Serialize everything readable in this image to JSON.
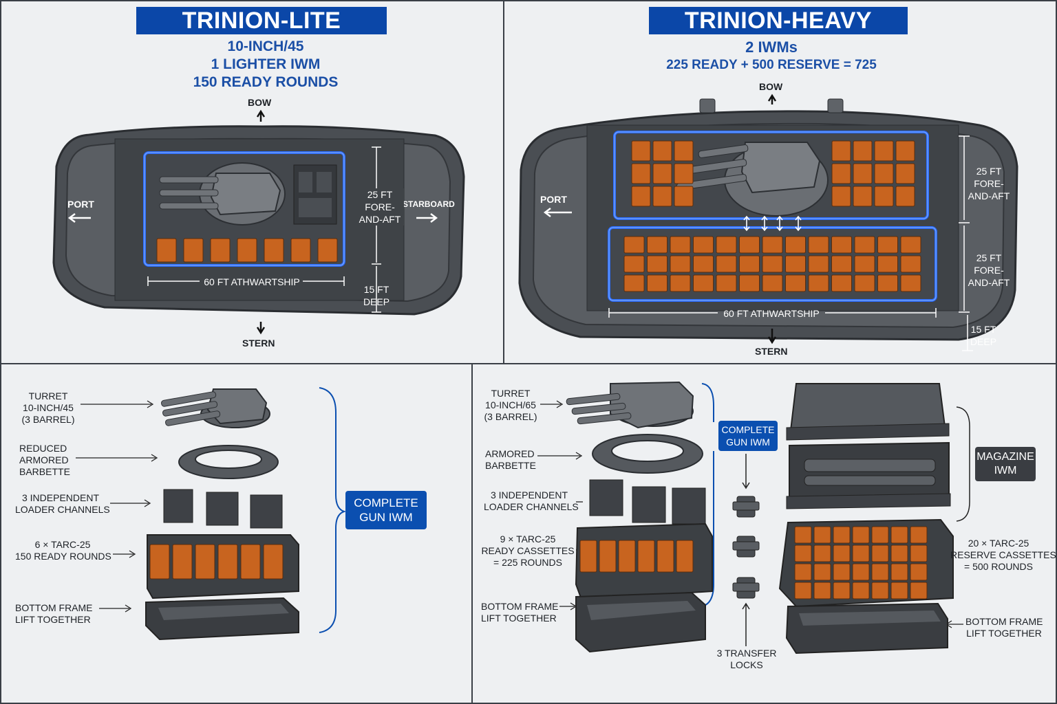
{
  "colors": {
    "accent": "#0b47a8",
    "crate": "#c8641f",
    "hull": "#3f4348",
    "glow": "#2a6cff"
  },
  "top_left": {
    "title": "TRINION-LITE",
    "sub1": "10-INCH/45",
    "sub2": "1 LIGHTER IWM",
    "sub3": "150 READY ROUNDS",
    "bow": "BOW",
    "stern": "STERN",
    "port": "PORT",
    "starboard": "STARBOARD",
    "fore_aft_1": "25 FT",
    "fore_aft_2": "FORE-",
    "fore_aft_3": "AND-AFT",
    "athwart": "60 FT ATHWARTSHIP",
    "deep_1": "15 FT",
    "deep_2": "DEEP"
  },
  "top_right": {
    "title": "TRINION-HEAVY",
    "sub1": "2 IWMs",
    "sub2": "225 READY + 500 RESERVE = 725",
    "bow": "BOW",
    "stern": "STERN",
    "port": "PORT",
    "fore_aft_a1": "25 FT",
    "fore_aft_a2": "FORE-",
    "fore_aft_a3": "AND-AFT",
    "fore_aft_b1": "25 FT",
    "fore_aft_b2": "FORE-",
    "fore_aft_b3": "AND-AFT",
    "athwart": "60 FT ATHWARTSHIP",
    "deep_1": "15 FT",
    "deep_2": "DEEP"
  },
  "bottom_left": {
    "turret": [
      "TURRET",
      "10-INCH/45",
      "(3 BARREL)"
    ],
    "barbette": [
      "REDUCED",
      "ARMORED",
      "BARBETTE"
    ],
    "loaders": [
      "3 INDEPENDENT",
      "LOADER CHANNELS"
    ],
    "cassettes": [
      "6 × TARC-25",
      "150 READY ROUNDS"
    ],
    "frame": [
      "BOTTOM FRAME",
      "LIFT TOGETHER"
    ],
    "gun_iwm": [
      "COMPLETE",
      "GUN IWM"
    ]
  },
  "bottom_right": {
    "turret": [
      "TURRET",
      "10-INCH/65",
      "(3 BARREL)"
    ],
    "barbette": [
      "ARMORED",
      "BARBETTE"
    ],
    "loaders": [
      "3 INDEPENDENT",
      "LOADER CHANNELS"
    ],
    "cassettes": [
      "9 × TARC-25",
      "READY CASSETTES",
      "= 225 ROUNDS"
    ],
    "frame": [
      "BOTTOM FRAME",
      "LIFT TOGETHER"
    ],
    "gun_iwm": [
      "COMPLETE",
      "GUN IWM"
    ],
    "transfer": [
      "3 TRANSFER",
      "LOCKS"
    ],
    "magazine_iwm": [
      "MAGAZINE",
      "IWM"
    ],
    "reserve": [
      "20 × TARC-25",
      "RESERVE CASSETTES",
      "= 500 ROUNDS"
    ],
    "frame2": [
      "BOTTOM FRAME",
      "LIFT TOGETHER"
    ]
  }
}
